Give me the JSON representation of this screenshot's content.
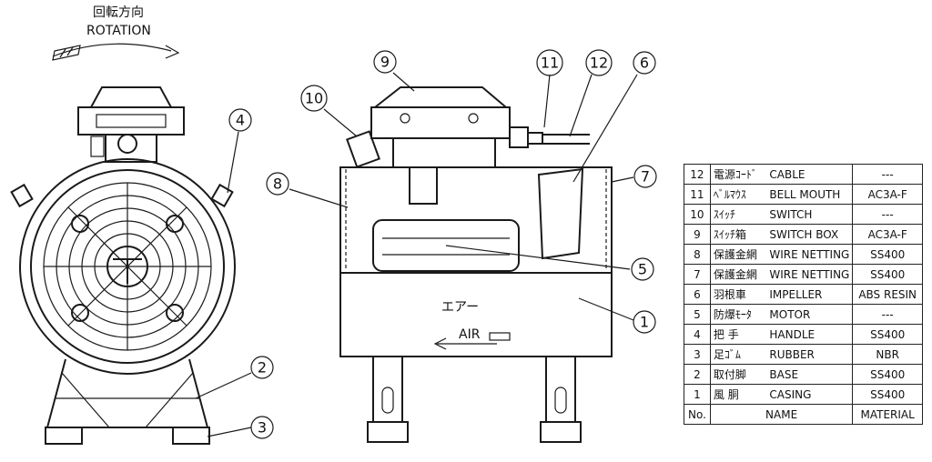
{
  "front_view": {
    "rotation_ja": "回転方向",
    "rotation_en": "ROTATION"
  },
  "side_view": {
    "air_ja": "エアー",
    "air_en": "AIR"
  },
  "callouts": [
    "1",
    "2",
    "3",
    "4",
    "5",
    "6",
    "7",
    "8",
    "9",
    "10",
    "11",
    "12"
  ],
  "parts_table": {
    "headers": {
      "no": "No.",
      "name": "NAME",
      "material": "MATERIAL"
    },
    "rows": [
      {
        "no": "12",
        "name_ja": "電源ｺｰﾄﾞ",
        "name_en": "CABLE",
        "material": "---"
      },
      {
        "no": "11",
        "name_ja": "ﾍﾞﾙﾏｳｽ",
        "name_en": "BELL MOUTH",
        "material": "AC3A-F"
      },
      {
        "no": "10",
        "name_ja": "ｽｲｯﾁ",
        "name_en": "SWITCH",
        "material": "---"
      },
      {
        "no": "9",
        "name_ja": "ｽｲｯﾁ箱",
        "name_en": "SWITCH BOX",
        "material": "AC3A-F"
      },
      {
        "no": "8",
        "name_ja": "保護金網",
        "name_en": "WIRE NETTING",
        "material": "SS400"
      },
      {
        "no": "7",
        "name_ja": "保護金網",
        "name_en": "WIRE NETTING",
        "material": "SS400"
      },
      {
        "no": "6",
        "name_ja": "羽根車",
        "name_en": "IMPELLER",
        "material": "ABS RESIN"
      },
      {
        "no": "5",
        "name_ja": "防爆ﾓｰﾀ",
        "name_en": "MOTOR",
        "material": "---"
      },
      {
        "no": "4",
        "name_ja": "把 手",
        "name_en": "HANDLE",
        "material": "SS400"
      },
      {
        "no": "3",
        "name_ja": "足ｺﾞﾑ",
        "name_en": "RUBBER",
        "material": "NBR"
      },
      {
        "no": "2",
        "name_ja": "取付脚",
        "name_en": "BASE",
        "material": "SS400"
      },
      {
        "no": "1",
        "name_ja": "風 胴",
        "name_en": "CASING",
        "material": "SS400"
      }
    ]
  }
}
